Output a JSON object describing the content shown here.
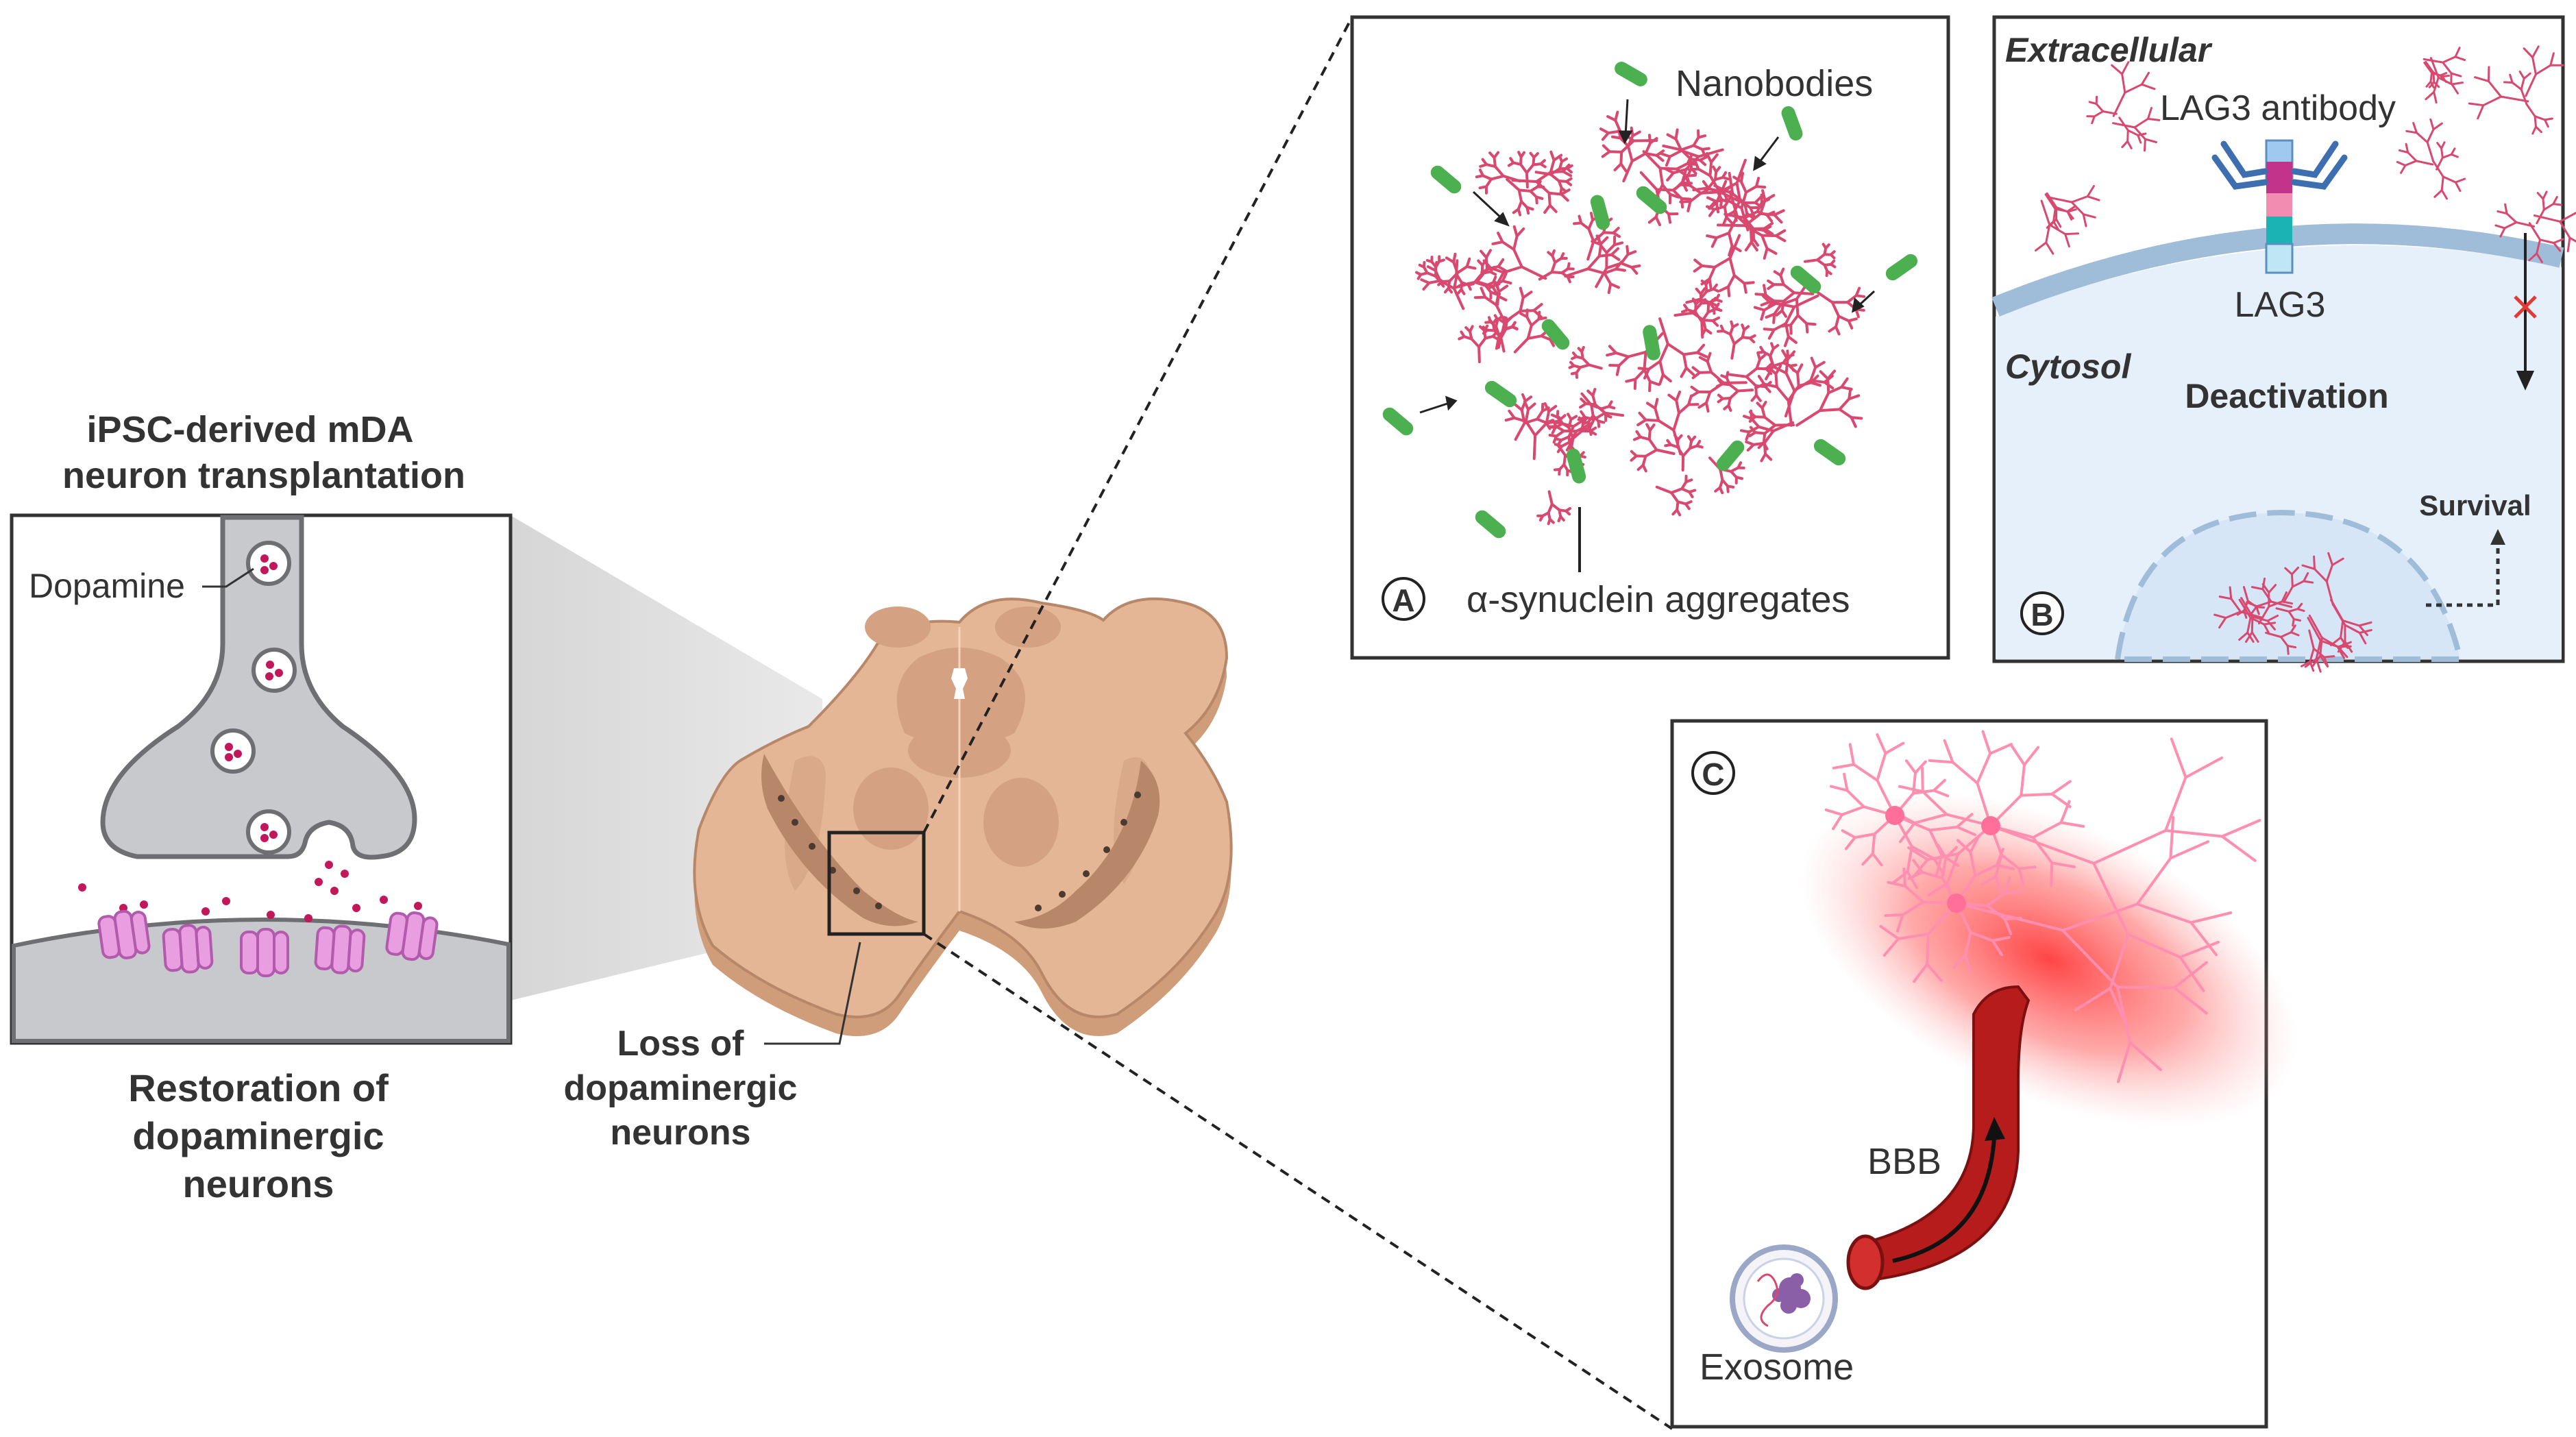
{
  "colors": {
    "aggregate": "#d9486f",
    "nanobody": "#4caf50",
    "neuron_gray": "#c7c9cc",
    "brain_tan": "#e4b695",
    "brain_dark": "#cf9d7a",
    "cytosol": "#e6f0fa",
    "membrane": "#9fbcd9",
    "vessel": "#b71c1c",
    "glow": "#ff5c5c",
    "receptor": "#e89ee0",
    "inhibit_x": "#e53935",
    "antibody": "#3d6fb0"
  },
  "left_panel": {
    "title_line1": "iPSC-derived mDA",
    "title_line2": "neuron transplantation",
    "dopamine_label": "Dopamine",
    "caption_line1": "Restoration of",
    "caption_line2": "dopaminergic",
    "caption_line3": "neurons"
  },
  "center": {
    "loss_line1": "Loss of",
    "loss_line2": "dopaminergic",
    "loss_line3": "neurons"
  },
  "panel_a": {
    "badge": "A",
    "nanobodies_label": "Nanobodies",
    "aggregates_label": "α-synuclein aggregates"
  },
  "panel_b": {
    "badge": "B",
    "extracellular": "Extracellular",
    "antibody_label": "LAG3 antibody",
    "lag3_label": "LAG3",
    "cytosol": "Cytosol",
    "deactivation": "Deactivation",
    "survival": "Survival"
  },
  "panel_c": {
    "badge": "C",
    "bbb_label": "BBB",
    "exosome_label": "Exosome"
  }
}
